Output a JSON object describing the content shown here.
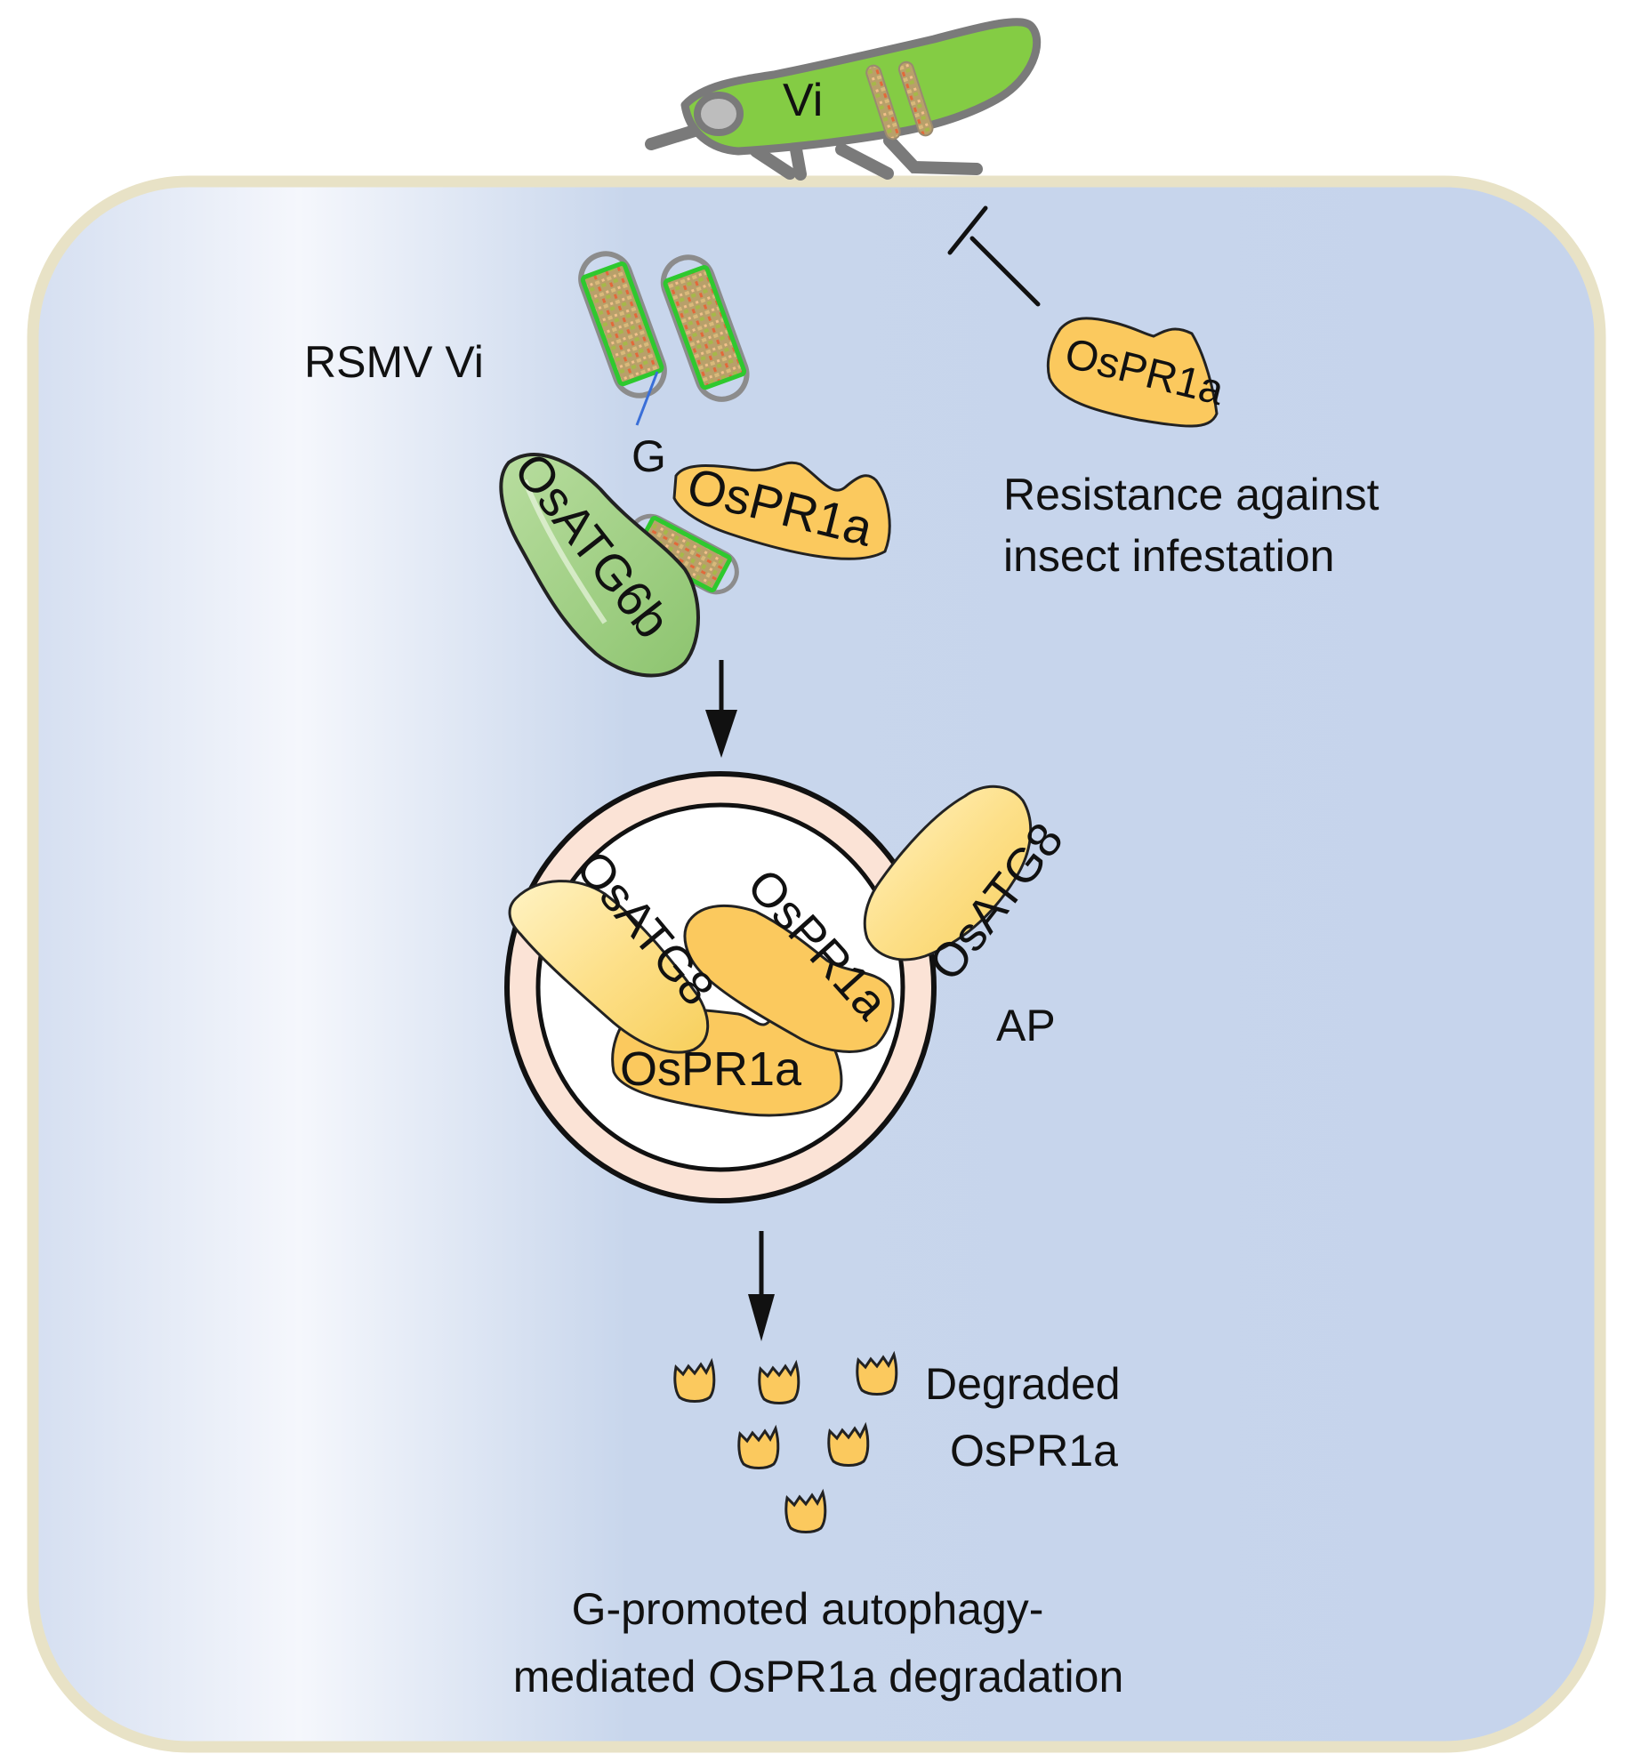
{
  "figure": {
    "title": "G-promoted autophagy-mediated OsPR1a degradation model",
    "colors": {
      "cell_border": "#e8e2c6",
      "cell_fill_light": "#f5f7fc",
      "cell_fill_dark": "#c7d5ec",
      "insect_body": "#84cc44",
      "insect_outline": "#7a7a7a",
      "ospr1a_fill": "#fbc95e",
      "osatg8_fill": "#fde08a",
      "osatg6b_fill": "#9fcf85",
      "autophagosome_ring": "#fbe3d6",
      "virion_outline": "#2ec92e",
      "interaction_line": "#3a6fd8",
      "text": "#111111"
    }
  },
  "insect": {
    "label": "Vi"
  },
  "virus": {
    "label": "RSMV Vi"
  },
  "protein_G": {
    "label": "G"
  },
  "complex": {
    "osatg6b_label": "OsATG6b",
    "ospr1a_label": "OsPR1a"
  },
  "resistance": {
    "ospr1a_label": "OsPR1a",
    "caption_line1": "Resistance against",
    "caption_line2": "insect  infestation"
  },
  "autophagosome": {
    "label": "AP",
    "osatg8_left": "OsATG8",
    "osatg8_right": "OsATG8",
    "ospr1a_upper": "OsPR1a",
    "ospr1a_lower": "OsPR1a"
  },
  "degraded": {
    "line1": "Degraded",
    "line2": "OsPR1a",
    "fragment_count": 6
  },
  "conclusion": {
    "line1": "G-promoted autophagy-",
    "line2": "mediated OsPR1a degradation"
  }
}
